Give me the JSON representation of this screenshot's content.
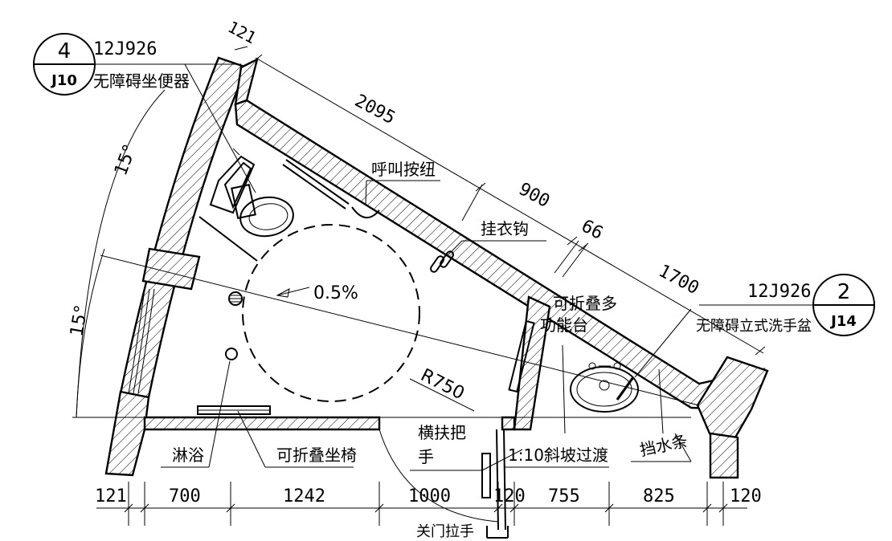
{
  "callouts": {
    "toilet": {
      "number": "4",
      "sheet": "J10",
      "atlas": "12J926",
      "label": "无障碍坐便器"
    },
    "basin": {
      "number": "2",
      "sheet": "J14",
      "atlas": "12J926",
      "label": "无障碍立式洗手盆"
    }
  },
  "labels": {
    "call_button": "呼叫按纽",
    "coat_hook": "挂衣钩",
    "slope": "0.5%",
    "radius": "R750",
    "fold_table_line1": "可折叠多",
    "fold_table_line2": "功能台",
    "shower": "淋浴",
    "fold_seat": "可折叠坐椅",
    "grab_bar_line1": "横扶把",
    "grab_bar_line2": "手",
    "ramp": "1:10斜坡过渡",
    "water_stop": "挡水条",
    "door_handle": "关门拉手"
  },
  "angles": {
    "upper": "15°",
    "lower": "15°"
  },
  "top_dimensions": {
    "d1": "121",
    "d2": "2095",
    "d3": "900",
    "d4": "66",
    "d5": "1700"
  },
  "bottom_dimensions": [
    "121",
    "700",
    "1242",
    "1000",
    "120",
    "755",
    "825",
    "120"
  ]
}
